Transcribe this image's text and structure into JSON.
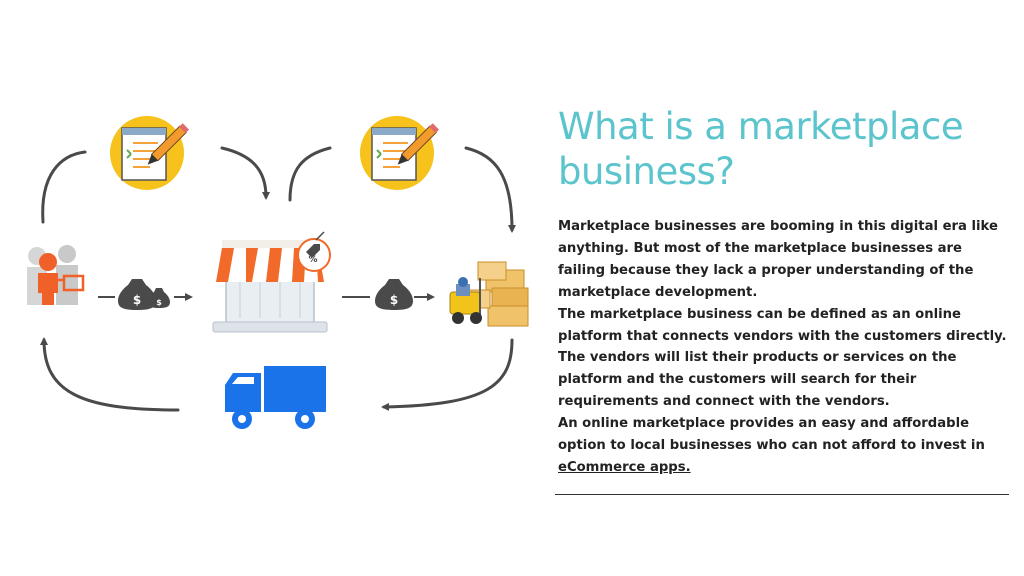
{
  "heading": "What is a marketplace business?",
  "paragraphs": [
    "Marketplace businesses are booming in this digital era like anything. But most of the marketplace businesses are failing because they lack a proper understanding of the marketplace development.",
    "The marketplace business can be defined as an online platform that connects vendors with the customers directly.",
    "The vendors will list their products or services on the platform and the customers will search for their requirements and connect with the vendors."
  ],
  "last_paragraph_text": "An online marketplace provides an easy and affordable option to local businesses who can not afford to invest in ",
  "link_text": "eCommerce apps.",
  "diagram": {
    "currency_symbol": "$",
    "icons": [
      "document-edit-icon",
      "document-edit-icon",
      "customers-icon",
      "money-bags-icon",
      "online-store-icon",
      "discount-tag-icon",
      "money-bag-icon",
      "warehouse-forklift-icon",
      "delivery-truck-icon"
    ]
  },
  "colors": {
    "heading": "#5bc4cc",
    "arrow": "#4a4a4a",
    "yellow_circle": "#f6c21b",
    "awning_orange": "#f26a2a",
    "truck_blue": "#1a73e8",
    "person_orange": "#f0612a"
  }
}
